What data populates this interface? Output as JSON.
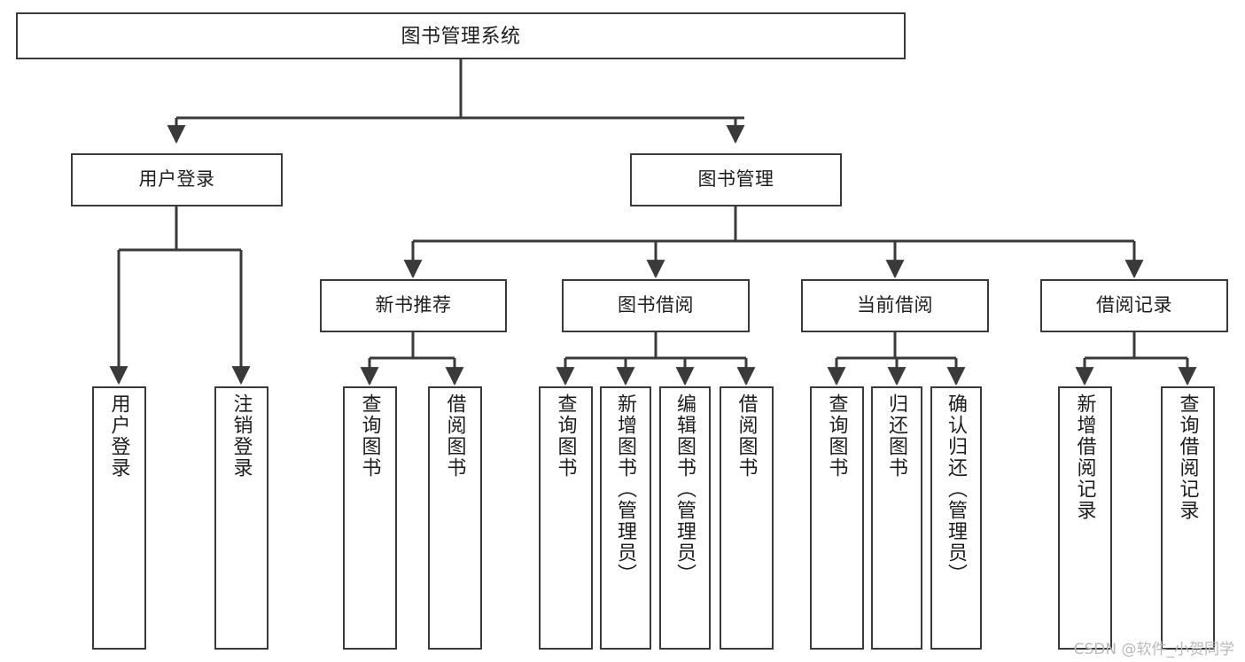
{
  "diagram": {
    "title": "图书管理系统",
    "type": "tree-hierarchy",
    "stroke_color": "#3a3a3a",
    "fill_color": "#ffffff",
    "text_color": "#1d1d1d"
  },
  "nodes": {
    "root": {
      "label": "图书管理系统"
    },
    "level1": [
      {
        "label": "用户登录"
      },
      {
        "label": "图书管理"
      }
    ],
    "level2": [
      {
        "label": "新书推荐"
      },
      {
        "label": "图书借阅"
      },
      {
        "label": "当前借阅"
      },
      {
        "label": "借阅记录"
      }
    ],
    "leaves": [
      {
        "label": "用户登录"
      },
      {
        "label": "注销登录"
      },
      {
        "label": "查询图书"
      },
      {
        "label": "借阅图书"
      },
      {
        "label": "查询图书"
      },
      {
        "label": "新增图书（管理员）"
      },
      {
        "label": "编辑图书（管理员）"
      },
      {
        "label": "借阅图书"
      },
      {
        "label": "查询图书"
      },
      {
        "label": "归还图书"
      },
      {
        "label": "确认归还（管理员）"
      },
      {
        "label": "新增借阅记录"
      },
      {
        "label": "查询借阅记录"
      }
    ]
  },
  "watermark": {
    "text": "CSDN @软件_小贺同学"
  }
}
